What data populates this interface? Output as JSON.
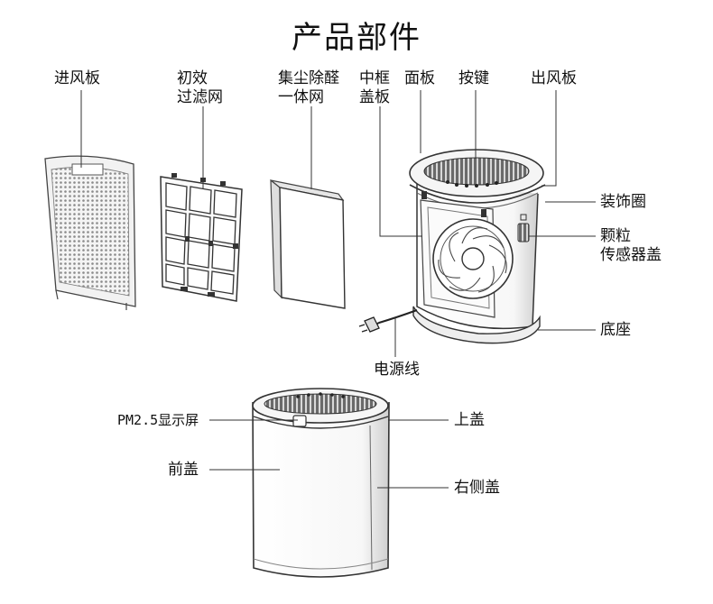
{
  "title": "产品部件",
  "labels": {
    "intake_panel": "进风板",
    "primary_filter": "初效\n过滤网",
    "hepa_filter": "集尘除醛\n一体网",
    "middle_frame_cover": "中框\n盖板",
    "face_panel": "面板",
    "buttons": "按键",
    "outlet_panel": "出风板",
    "trim_ring": "装饰圈",
    "particle_sensor_cover": "颗粒\n传感器盖",
    "base": "底座",
    "power_cord": "电源线",
    "pm25_display": "PM2.5显示屏",
    "top_cover": "上盖",
    "front_cover": "前盖",
    "right_side_cover": "右侧盖"
  }
}
